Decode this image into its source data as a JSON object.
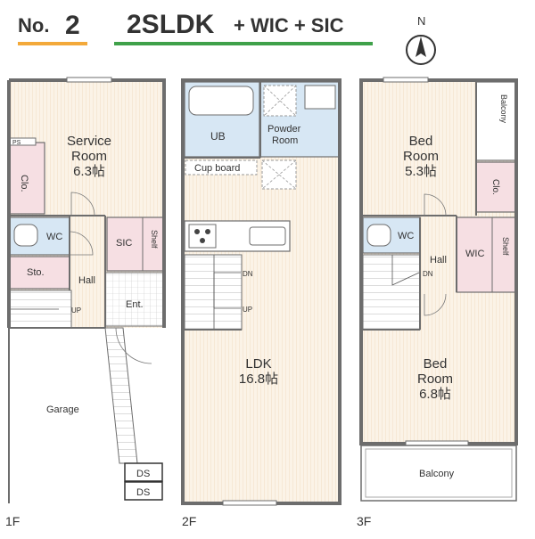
{
  "header": {
    "no_prefix": "No.",
    "no_number": "2",
    "layout": "2SLDK",
    "extras": "+ WIC + SIC",
    "north_label": "N"
  },
  "colors": {
    "room_fill": "#fbf3e7",
    "hatch_line": "#f0dcc3",
    "pink": "#f6dfe3",
    "blue": "#d7e7f4",
    "wall": "#6d6d6d",
    "accent_orange": "#f3a93a",
    "accent_green": "#3fa14a"
  },
  "floors": {
    "f1": {
      "label": "1F",
      "service_room": "Service",
      "service_room_2": "Room",
      "service_size": "6.3帖",
      "closet": "Clo.",
      "ps": "PS",
      "wc": "WC",
      "sic": "SIC",
      "shelf": "Shelf",
      "storage": "Sto.",
      "hall": "Hall",
      "up": "UP",
      "entrance": "Ent.",
      "garage": "Garage",
      "ds_1": "DS",
      "ds_2": "DS"
    },
    "f2": {
      "label": "2F",
      "ub": "UB",
      "powder": "Powder",
      "powder_2": "Room",
      "cupboard": "Cup board",
      "dn": "DN",
      "up": "UP",
      "ldk": "LDK",
      "ldk_size": "16.8帖"
    },
    "f3": {
      "label": "3F",
      "balcony_top": "Balcony",
      "bed1": "Bed",
      "bed1_2": "Room",
      "bed1_size": "5.3帖",
      "closet": "Clo.",
      "wc": "WC",
      "hall": "Hall",
      "dn": "DN",
      "wic": "WIC",
      "shelf": "Shelf",
      "bed2": "Bed",
      "bed2_2": "Room",
      "bed2_size": "6.8帖",
      "balcony_bottom": "Balcony"
    }
  }
}
